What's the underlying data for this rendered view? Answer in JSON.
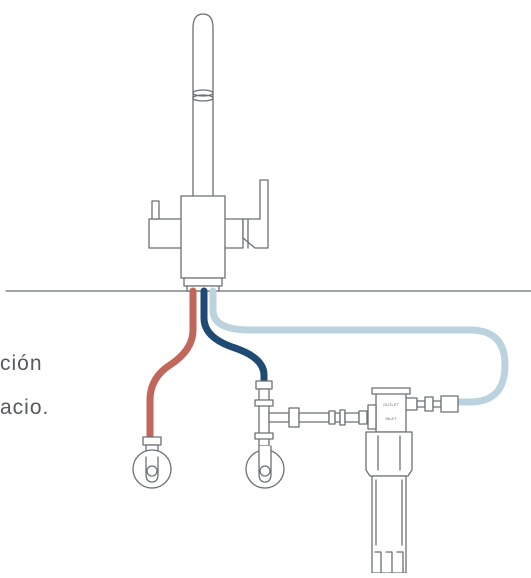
{
  "caption": {
    "line1": "ción",
    "line2": "acio."
  },
  "colors": {
    "outline": "#6b7075",
    "countertop": "#6b7075",
    "hot_pipe": "#c0665a",
    "cold_pipe": "#1f4a73",
    "filtered_pipe": "#bcd3df",
    "caption_text": "#555a60",
    "background": "#ffffff"
  },
  "filter_labels": {
    "outlet": "OUTLET",
    "inlet": "INLET"
  },
  "icons": [
    "three-way-tap-icon",
    "angle-valve-icon",
    "water-filter-cartridge-icon"
  ]
}
